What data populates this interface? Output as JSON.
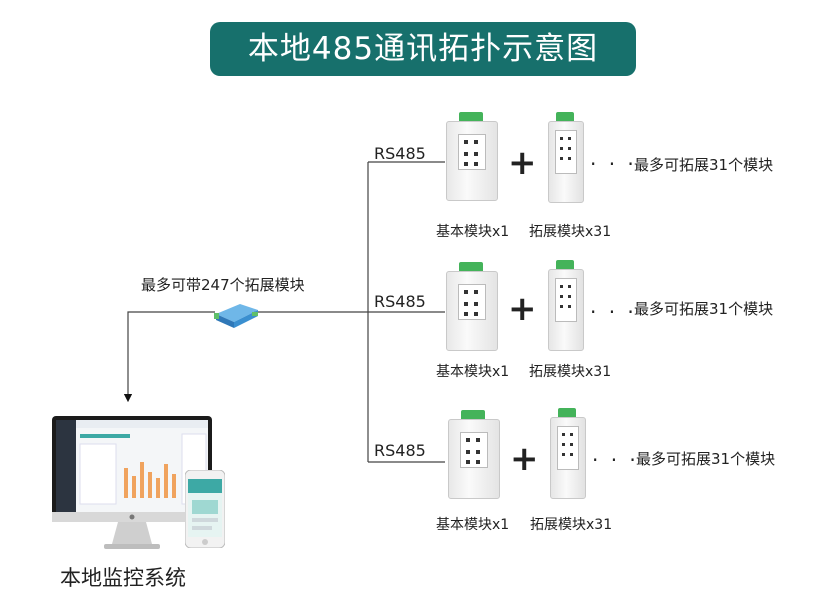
{
  "title": "本地485通讯拓扑示意图",
  "converter_label": "最多可带247个拓展模块",
  "local_system_label": "本地监控系统",
  "branches": [
    {
      "bus_label": "RS485",
      "basic_label": "基本模块x1",
      "ext_label": "拓展模块x31",
      "expand_note": "最多可拓展31个模块"
    },
    {
      "bus_label": "RS485",
      "basic_label": "基本模块x1",
      "ext_label": "拓展模块x31",
      "expand_note": "最多可拓展31个模块"
    },
    {
      "bus_label": "RS485",
      "basic_label": "基本模块x1",
      "ext_label": "拓展模块x31",
      "expand_note": "最多可拓展31个模块"
    }
  ],
  "plus_symbol": "+",
  "ellipsis": "· · ·",
  "colors": {
    "title_bg": "#17706c",
    "terminal_green": "#44b35a",
    "converter_blue": "#3a8fd0"
  },
  "icons": [
    "rs485-converter-icon",
    "monitor-icon",
    "smartphone-icon",
    "apple-logo-icon",
    "arrow-down-icon"
  ]
}
